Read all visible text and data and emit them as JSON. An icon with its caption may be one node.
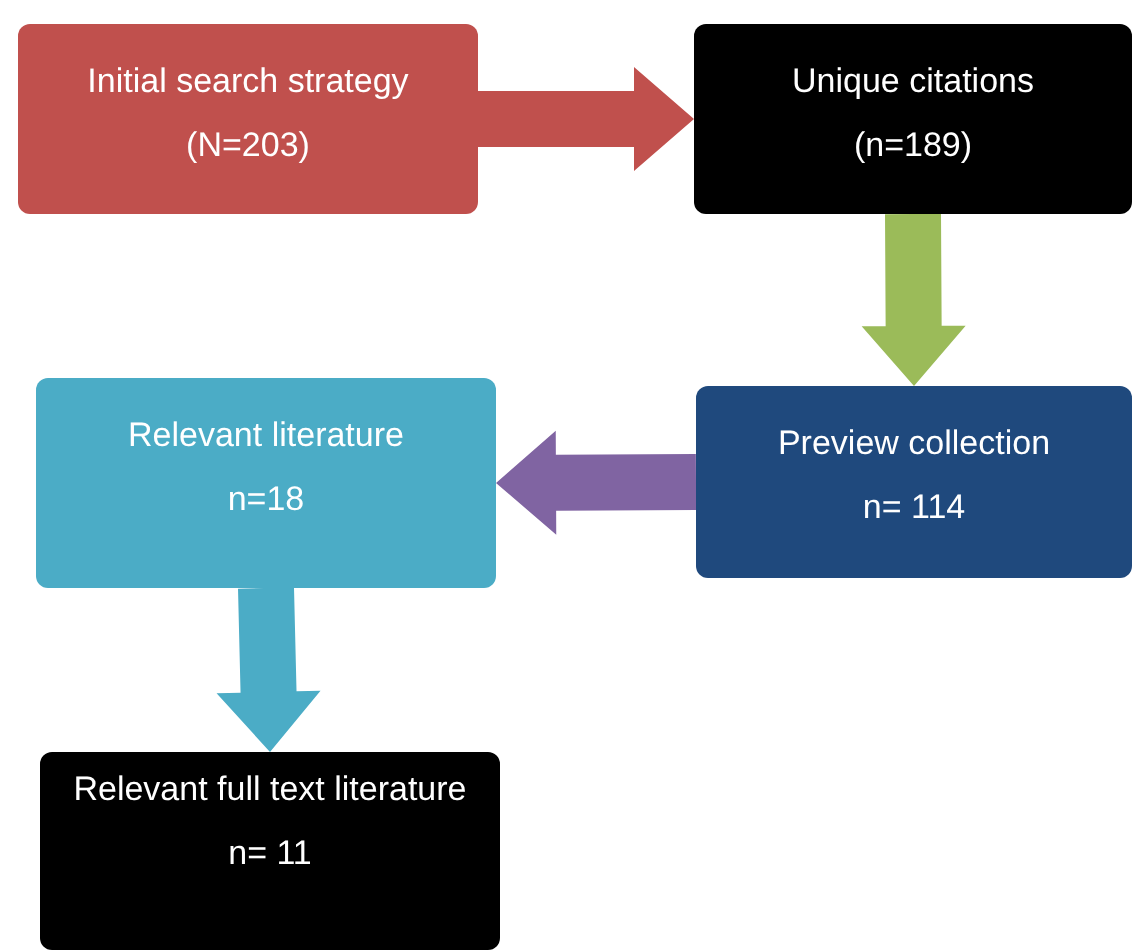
{
  "diagram": {
    "nodes": [
      {
        "text": [
          "Initial search strategy",
          "(N=203)"
        ]
      },
      {
        "text": [
          "Unique citations",
          "(n=189)"
        ]
      },
      {
        "text": [
          "Preview collection",
          "n= 114"
        ]
      },
      {
        "text": [
          "Relevant literature",
          "n=18"
        ]
      },
      {
        "text": [
          "Relevant full text literature",
          "n= 11"
        ]
      }
    ],
    "edges": [
      {
        "from": 0,
        "to": 1,
        "arrow": "to",
        "color": "#c0504d"
      },
      {
        "from": 1,
        "to": 2,
        "arrow": "to",
        "color": "#9bbb59"
      },
      {
        "from": 2,
        "to": 3,
        "arrow": "to",
        "color": "#8064a2"
      },
      {
        "from": 3,
        "to": 4,
        "arrow": "to",
        "color": "#4bacc6"
      }
    ]
  }
}
